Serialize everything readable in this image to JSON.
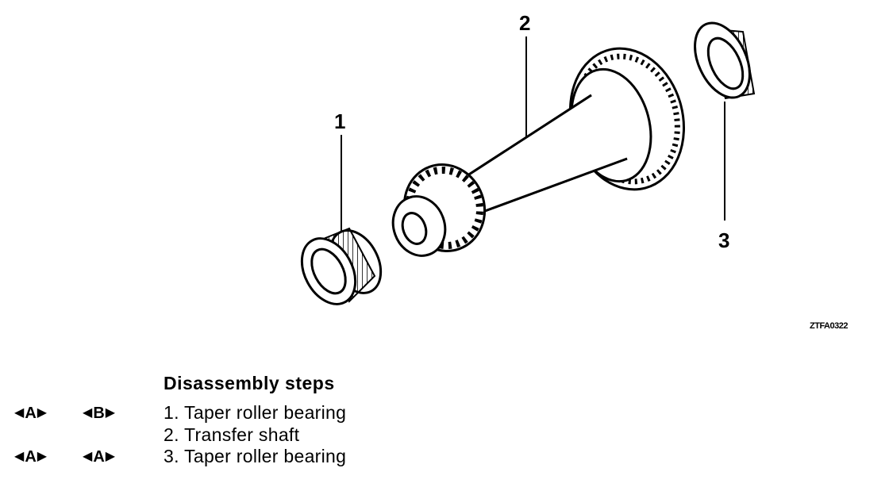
{
  "callouts": {
    "c1": "1",
    "c2": "2",
    "c3": "3"
  },
  "figure_code": "ZTFA0322",
  "steps": {
    "heading": "Disassembly steps",
    "items": [
      {
        "text": "1. Taper roller bearing",
        "marker1": "A",
        "marker2": "B"
      },
      {
        "text": "2. Transfer shaft"
      },
      {
        "text": "3. Taper roller bearing",
        "marker1": "A",
        "marker2": "A"
      }
    ],
    "arrow_left": "◀",
    "arrow_right": "▶"
  }
}
